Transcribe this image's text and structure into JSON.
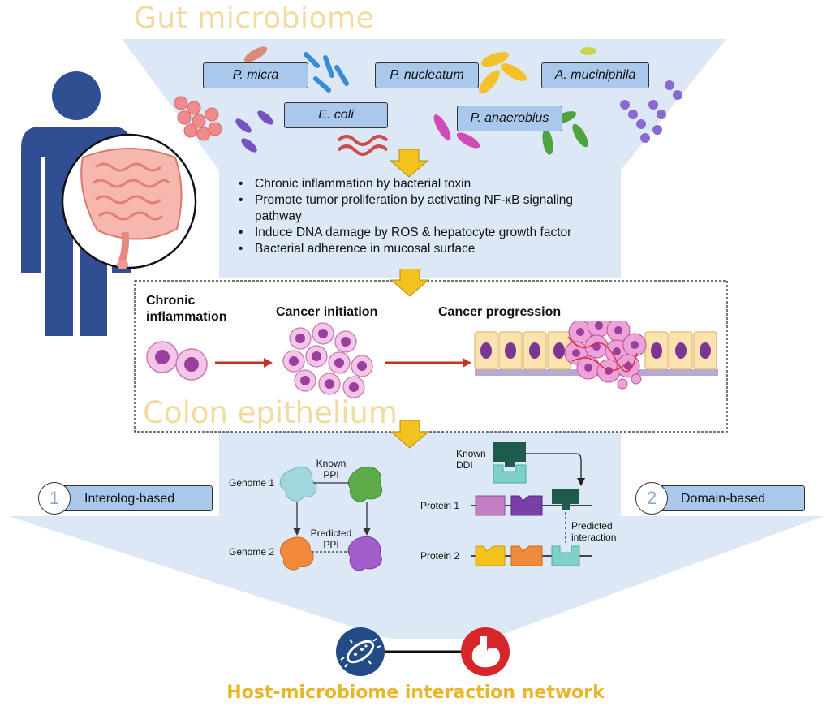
{
  "titles": {
    "gut_microbiome": "Gut microbiome",
    "colon_epithelium": "Colon epithelium",
    "network": "Host-microbiome interaction network"
  },
  "species": [
    "P. micra",
    "P. nucleatum",
    "A. muciniphila",
    "E. coli",
    "P. anaerobius"
  ],
  "mechanisms": [
    "Chronic inflammation by bacterial toxin",
    "Promote tumor proliferation by activating NF-κB signaling pathway",
    "Induce DNA damage by ROS & hepatocyte growth factor",
    "Bacterial adherence in mucosal surface"
  ],
  "stages": {
    "chronic_line1": "Chronic",
    "chronic_line2": "inflammation",
    "initiation": "Cancer initiation",
    "progression": "Cancer progression"
  },
  "methods": {
    "interolog": {
      "number": "1",
      "label": "Interolog-based"
    },
    "domain": {
      "number": "2",
      "label": "Domain-based"
    }
  },
  "interolog_panel": {
    "genome1": "Genome 1",
    "genome2": "Genome 2",
    "known_line1": "Known",
    "known_line2": "PPI",
    "predicted_line1": "Predicted",
    "predicted_line2": "PPI"
  },
  "domain_panel": {
    "known_line1": "Known",
    "known_line2": "DDI",
    "protein1": "Protein 1",
    "protein2": "Protein 2",
    "predicted_line1": "Predicted",
    "predicted_line2": "interaction"
  },
  "colors": {
    "funnel": "#dde8f6",
    "species_box": "#a9c8ec",
    "title_gold": "#f1dba0",
    "arrow_gold": "#f3c21c",
    "person_blue": "#2f4f92",
    "network_gold": "#e9b52a",
    "microbe_icon": "#234b86",
    "host_icon": "#d7262a"
  },
  "icons": [
    "person-icon",
    "intestine-icon",
    "microbe-icon",
    "stomach-icon"
  ]
}
